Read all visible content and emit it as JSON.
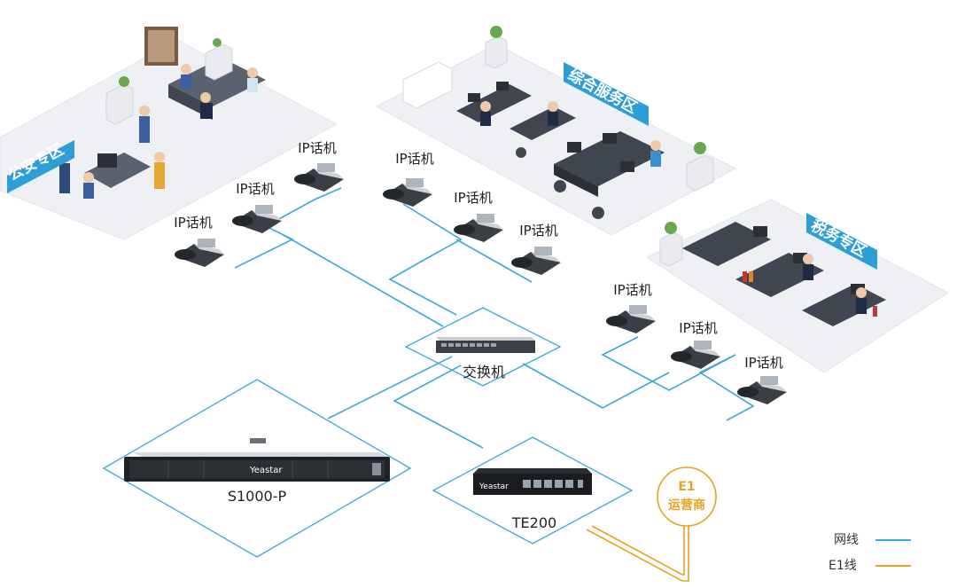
{
  "zones": {
    "police": "公安专区",
    "service": "综合服务区",
    "tax": "税务专区"
  },
  "phone_label": "IP话机",
  "devices": {
    "switch": "交换机",
    "server": "S1000-P",
    "gateway": "TE200",
    "server_brand": "Yeastar",
    "gateway_brand": "Yeastar"
  },
  "carrier": {
    "line1": "E1",
    "line2": "运营商"
  },
  "legend": {
    "network": "网线",
    "e1": "E1线"
  },
  "colors": {
    "network": "#3aa8d8",
    "e1": "#e8a21c",
    "zone_tag": "#2e9fd6"
  }
}
